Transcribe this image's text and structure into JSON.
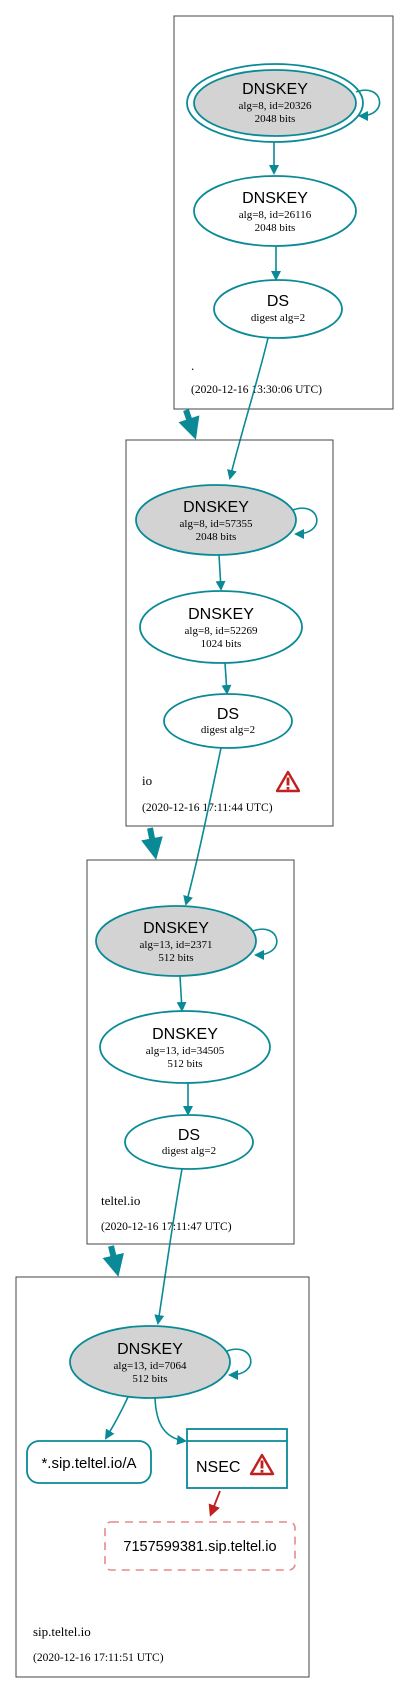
{
  "colors": {
    "edge": "#0a8a96",
    "node_fill_sep": "#d3d3d3",
    "error_edge": "#c0201e",
    "missing_node_border": "#e58a8a",
    "warning_icon": "#d42a26"
  },
  "zones": [
    {
      "name": ".",
      "timestamp": "(2020-12-16 13:30:06 UTC)",
      "nodes": [
        {
          "type": "DNSKEY",
          "line1": "alg=8, id=20326",
          "line2": "2048 bits"
        },
        {
          "type": "DNSKEY",
          "line1": "alg=8, id=26116",
          "line2": "2048 bits"
        },
        {
          "type": "DS",
          "line1": "digest alg=2"
        }
      ]
    },
    {
      "name": "io",
      "timestamp": "(2020-12-16 17:11:44 UTC)",
      "nodes": [
        {
          "type": "DNSKEY",
          "line1": "alg=8, id=57355",
          "line2": "2048 bits"
        },
        {
          "type": "DNSKEY",
          "line1": "alg=8, id=52269",
          "line2": "1024 bits"
        },
        {
          "type": "DS",
          "line1": "digest alg=2"
        }
      ]
    },
    {
      "name": "teltel.io",
      "timestamp": "(2020-12-16 17:11:47 UTC)",
      "nodes": [
        {
          "type": "DNSKEY",
          "line1": "alg=13, id=2371",
          "line2": "512 bits"
        },
        {
          "type": "DNSKEY",
          "line1": "alg=13, id=34505",
          "line2": "512 bits"
        },
        {
          "type": "DS",
          "line1": "digest alg=2"
        }
      ]
    },
    {
      "name": "sip.teltel.io",
      "timestamp": "(2020-12-16 17:11:51 UTC)",
      "nodes": [
        {
          "type": "DNSKEY",
          "line1": "alg=13, id=7064",
          "line2": "512 bits"
        },
        {
          "type": "RRset",
          "label": "*.sip.teltel.io/A"
        },
        {
          "type": "NSEC",
          "label": "NSEC"
        },
        {
          "type": "missing",
          "label": "7157599381.sip.teltel.io"
        }
      ]
    }
  ]
}
